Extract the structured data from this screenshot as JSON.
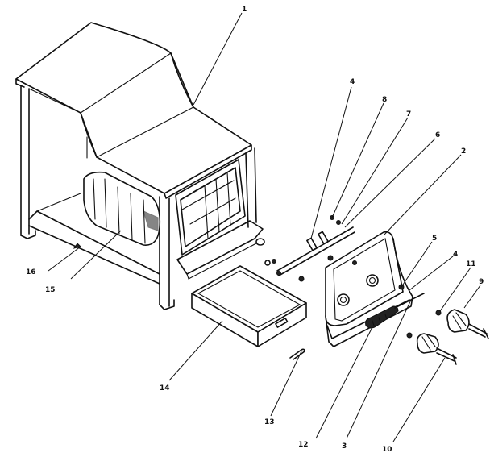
{
  "callouts": [
    {
      "id": "1",
      "label": "1"
    },
    {
      "id": "2",
      "label": "2"
    },
    {
      "id": "3",
      "label": "3"
    },
    {
      "id": "4a",
      "label": "4"
    },
    {
      "id": "4b",
      "label": "4"
    },
    {
      "id": "5",
      "label": "5"
    },
    {
      "id": "6",
      "label": "6"
    },
    {
      "id": "7",
      "label": "7"
    },
    {
      "id": "8",
      "label": "8"
    },
    {
      "id": "9",
      "label": "9"
    },
    {
      "id": "10",
      "label": "10"
    },
    {
      "id": "11",
      "label": "11"
    },
    {
      "id": "12",
      "label": "12"
    },
    {
      "id": "13",
      "label": "13"
    },
    {
      "id": "14",
      "label": "14"
    },
    {
      "id": "15",
      "label": "15"
    },
    {
      "id": "16",
      "label": "16"
    }
  ]
}
